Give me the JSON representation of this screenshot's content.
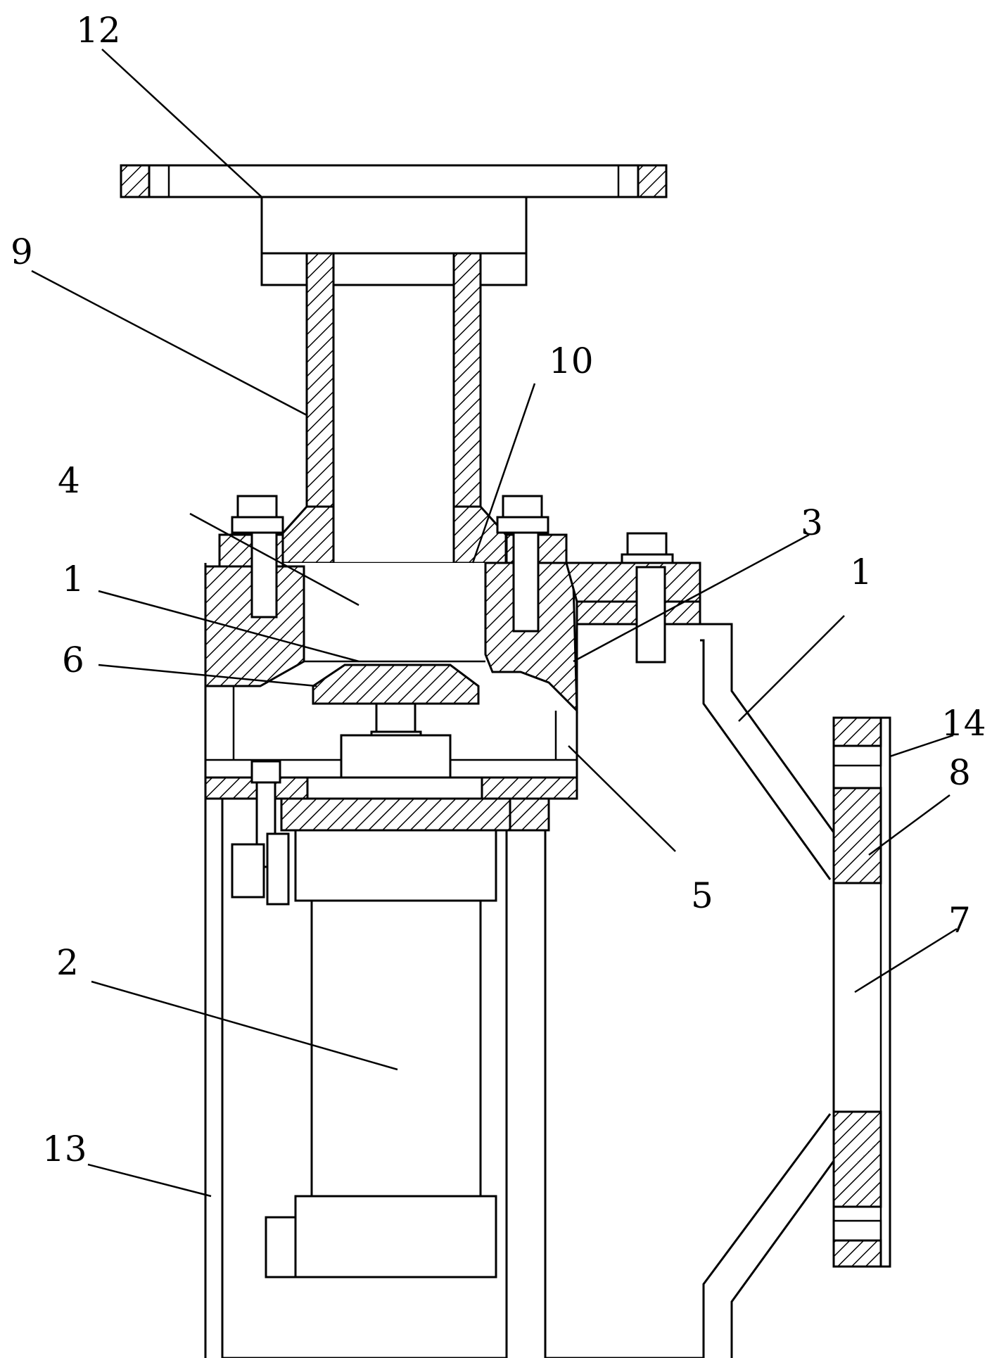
{
  "labels": {
    "l12": "12",
    "l9": "9",
    "l10": "10",
    "l4": "4",
    "l3": "3",
    "l1a": "1",
    "l1b": "1",
    "l6": "6",
    "l5": "5",
    "l14": "14",
    "l8": "8",
    "l7": "7",
    "l2": "2",
    "l13": "13"
  },
  "colors": {
    "line": "#000000",
    "background": "#ffffff"
  }
}
